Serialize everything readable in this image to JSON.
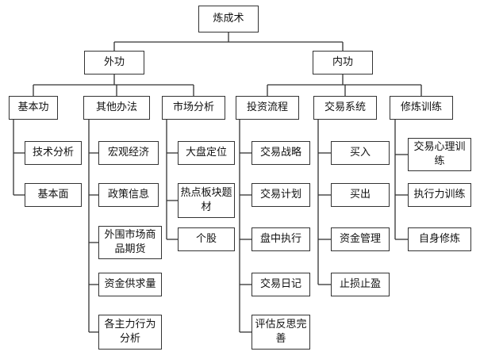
{
  "diagram": {
    "root": {
      "label": "炼成术"
    },
    "branches": [
      {
        "id": "outer",
        "label": "外功",
        "groups": [
          {
            "id": "jibengong",
            "label": "基本功",
            "items": [
              "技术分析",
              "基本面"
            ]
          },
          {
            "id": "qitabanfa",
            "label": "其他办法",
            "items": [
              "宏观经济",
              "政策信息",
              "外围市场商品期货",
              "资金供求量",
              "各主力行为分析"
            ]
          },
          {
            "id": "shichangfenxi",
            "label": "市场分析",
            "items": [
              "大盘定位",
              "热点板块题材",
              "个股"
            ]
          }
        ]
      },
      {
        "id": "inner",
        "label": "内功",
        "groups": [
          {
            "id": "touziliucheng",
            "label": "投资流程",
            "items": [
              "交易战略",
              "交易计划",
              "盘中执行",
              "交易日记",
              "评估反思完善"
            ]
          },
          {
            "id": "jiaoyixitong",
            "label": "交易系统",
            "items": [
              "买入",
              "买出",
              "资金管理",
              "止损止盈"
            ]
          },
          {
            "id": "xiulianxunlian",
            "label": "修炼训练",
            "items": [
              "交易心理训练",
              "执行力训练",
              "自身修炼"
            ]
          }
        ]
      }
    ]
  }
}
